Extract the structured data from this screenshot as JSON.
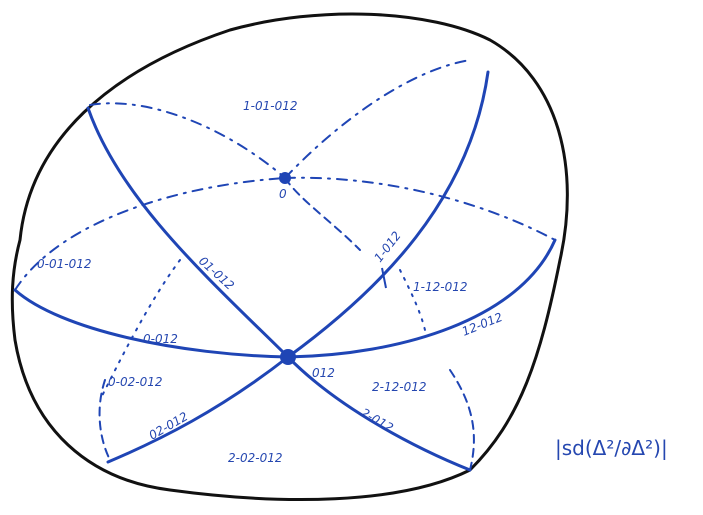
{
  "labels": {
    "top_region": "1-01-012",
    "left_region": "0-01-012",
    "right_region": "1-12-012",
    "bottom_left_region": "0-02-012",
    "bottom_region": "2-02-012",
    "bottom_right_region": "2-12-012",
    "edge_01": "01-012",
    "edge_1": "1-012",
    "edge_12": "12-012",
    "edge_0": "0-012",
    "edge_02": "02-012",
    "edge_2": "2-012",
    "center_vertex": "012",
    "top_vertex": "0",
    "formula": "|sd(Δ²/∂Δ²)|"
  },
  "colors": {
    "outline": "#111111",
    "ink": "#1f45b5"
  }
}
